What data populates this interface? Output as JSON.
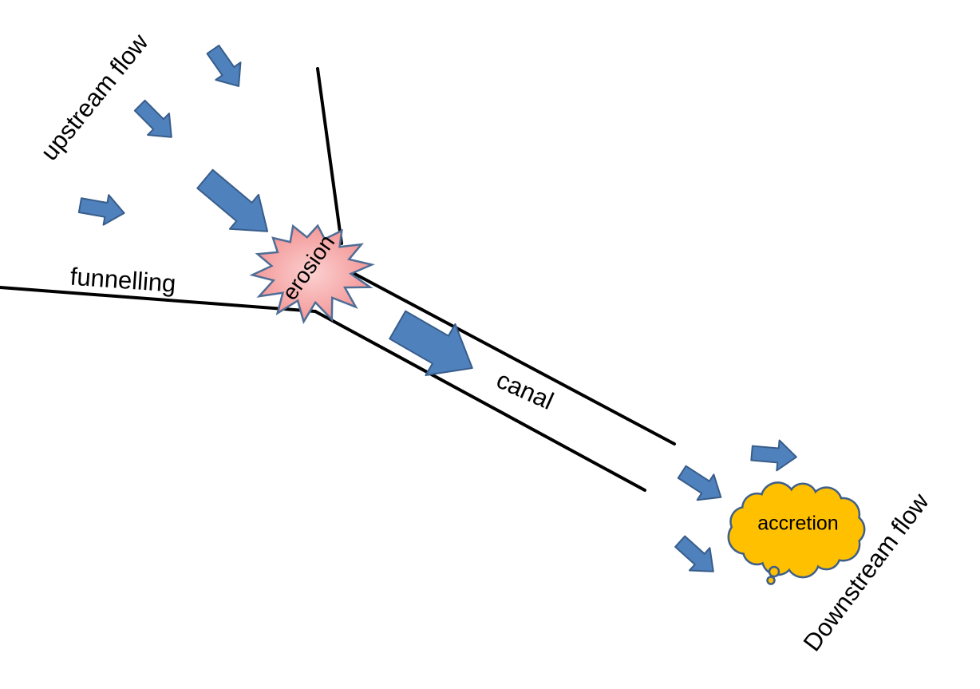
{
  "labels": {
    "upstream": "upstream flow",
    "funnelling": "funnelling",
    "erosion": "erosion",
    "canal": "canal",
    "accretion": "accretion",
    "downstream": "Downstream flow"
  },
  "colors": {
    "arrow_fill": "#4F81BD",
    "arrow_stroke": "#385D8A",
    "erosion_fill": "#F28C8C",
    "erosion_fill_center": "#FBD0D0",
    "erosion_stroke": "#4F6E96",
    "accretion_fill": "#FFC000",
    "accretion_stroke": "#3E5F8A",
    "line": "#000000"
  },
  "icons": {
    "flow_arrow": "block-arrow-icon",
    "erosion": "explosion-burst-icon",
    "accretion": "cloud-icon"
  }
}
